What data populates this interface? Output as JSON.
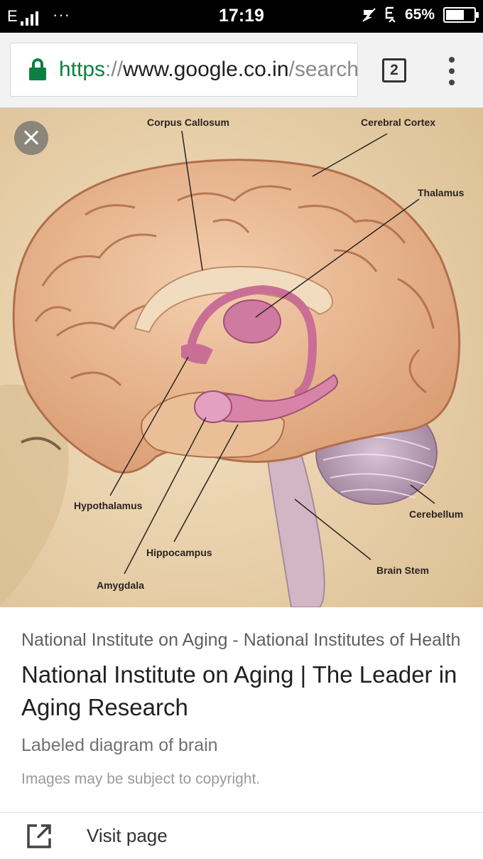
{
  "status_bar": {
    "network": "E",
    "dots": "···",
    "time": "17:19",
    "battery": "65%",
    "battery_level": 0.65
  },
  "browser": {
    "url_scheme": "https",
    "url_sep": "://",
    "url_host": "www.google.co.in",
    "url_path": "/search",
    "tab_count": "2"
  },
  "image": {
    "labels": {
      "corpus_callosum": "Corpus Callosum",
      "cerebral_cortex": "Cerebral Cortex",
      "thalamus": "Thalamus",
      "hypothalamus": "Hypothalamus",
      "cerebellum": "Cerebellum",
      "hippocampus": "Hippocampus",
      "brain_stem": "Brain Stem",
      "amygdala": "Amygdala"
    }
  },
  "result": {
    "source": "National Institute on Aging - National Institutes of Health",
    "title": "National Institute on Aging | The Leader in Aging Research",
    "description": "Labeled diagram of brain",
    "copyright": "Images may be subject to copyright.",
    "visit_label": "Visit page"
  },
  "colors": {
    "lock_green": "#0b8043",
    "brain": "#e8b48a",
    "limbic": "#c96f95",
    "cerebellum": "#b79ab4"
  }
}
